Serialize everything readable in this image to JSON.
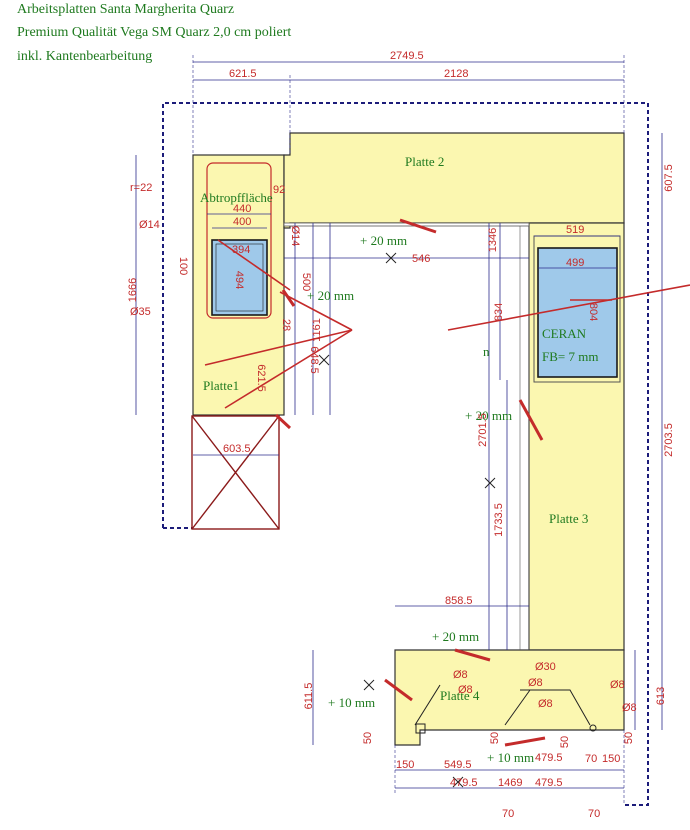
{
  "header": {
    "line1": "Arbeitsplatten Santa Margherita Quarz",
    "line2": "Premium Qualität Vega SM Quarz 2,0 cm poliert",
    "line3": "inkl. Kantenbearbeitung"
  },
  "plates": {
    "p1": "Platte1",
    "p2": "Platte 2",
    "p3": "Platte 3",
    "p4": "Platte 4"
  },
  "labels": {
    "abtropf": "Abtropffläche",
    "ceran": "CERAN",
    "fb": "FB= 7 mm",
    "plus20_a": "+ 20 mm",
    "plus20_b": "+ 20 mm",
    "plus20_c": "+ 20 mm",
    "plus20_d": "+ 20 mm",
    "plus10": "+ 10 mm",
    "plus10b": "+ 10 mm",
    "n": "n"
  },
  "dims": {
    "d2749": "2749.5",
    "d621": "621.5",
    "d2128": "2128",
    "d607": "607.5",
    "r22": "r=22",
    "d440": "440",
    "d400": "400",
    "d92": "92",
    "d14": "Ø14",
    "d394": "394",
    "d494": "494",
    "d1666": "1666",
    "d35": "Ø35",
    "d100": "100",
    "d500": "500",
    "d1161": "1161",
    "d621_5": "621.5",
    "d648": "648.5",
    "d28": "28",
    "d1346": "1346",
    "d546": "546",
    "d519": "519",
    "d499": "499",
    "d834": "834",
    "d804": "804",
    "d2701": "2701.5",
    "d2703": "2703.5",
    "d1733": "1733.5",
    "d603": "603.5",
    "d858": "858.5",
    "d611": "611.5",
    "d613": "613",
    "d8a": "Ø8",
    "d8b": "Ø8",
    "d8c": "Ø8",
    "d8d": "Ø8",
    "d8e": "Ø8",
    "d8f": "Ø8",
    "d30": "Ø30",
    "d50a": "50",
    "d50b": "50",
    "d50c": "50",
    "d50d": "50",
    "d150a": "150",
    "d549": "549.5",
    "d479a": "479.5",
    "d1469": "1469",
    "d479b": "479.5",
    "d479c": "479.5",
    "d70a": "70",
    "d150b": "150",
    "d70b": "70",
    "d70c": "70"
  },
  "colors": {
    "worktop": "#fbf7b0",
    "sink": "#9fc9ea",
    "dimension": "#c42b2b",
    "outline": "#2c2c8c",
    "label": "#1f7a1f"
  }
}
